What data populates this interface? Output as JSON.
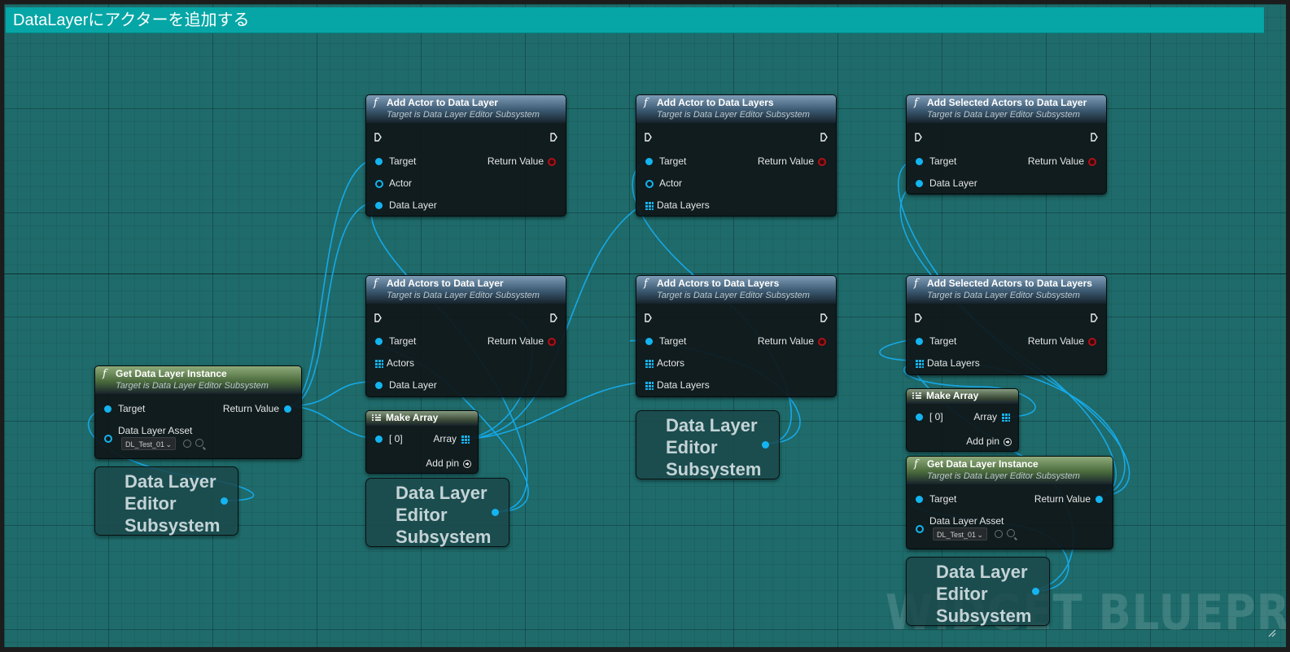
{
  "title": "DataLayerにアクターを追加する",
  "watermark": "WIDGET BLUEPRINT",
  "colors": {
    "title_bar": "#06a6a6",
    "canvas": "#1f6b6b",
    "pin": "#14b4f0",
    "return_pin": "#b0101a"
  },
  "common": {
    "fn_glyph": "f",
    "target_subtitle": "Target is Data Layer Editor Subsystem",
    "subsystem_label": "Data Layer Editor Subsystem",
    "asset_value": "DL_Test_01",
    "array_index": "[ 0]",
    "array_label": "Array",
    "add_pin": "Add pin"
  },
  "nodes": {
    "add_actor_to_data_layer": {
      "title": "Add Actor to Data Layer",
      "pins": [
        "Target",
        "Actor",
        "Data Layer"
      ],
      "out": "Return Value"
    },
    "add_actor_to_data_layers": {
      "title": "Add Actor to Data Layers",
      "pins": [
        "Target",
        "Actor",
        "Data Layers"
      ],
      "out": "Return Value"
    },
    "add_selected_actors_to_data_layer": {
      "title": "Add Selected Actors to Data Layer",
      "pins": [
        "Target",
        "Data Layer"
      ],
      "out": "Return Value"
    },
    "add_actors_to_data_layer": {
      "title": "Add Actors to Data Layer",
      "pins": [
        "Target",
        "Actors",
        "Data Layer"
      ],
      "out": "Return Value"
    },
    "add_actors_to_data_layers": {
      "title": "Add Actors to Data Layers",
      "pins": [
        "Target",
        "Actors",
        "Data Layers"
      ],
      "out": "Return Value"
    },
    "add_selected_actors_to_data_layers": {
      "title": "Add Selected Actors to Data Layers",
      "pins": [
        "Target",
        "Data Layers"
      ],
      "out": "Return Value"
    },
    "get_data_layer_instance": {
      "title": "Get Data Layer Instance",
      "pins": [
        "Target",
        "Data Layer Asset"
      ],
      "out": "Return Value"
    },
    "make_array": {
      "title": "Make Array"
    }
  }
}
